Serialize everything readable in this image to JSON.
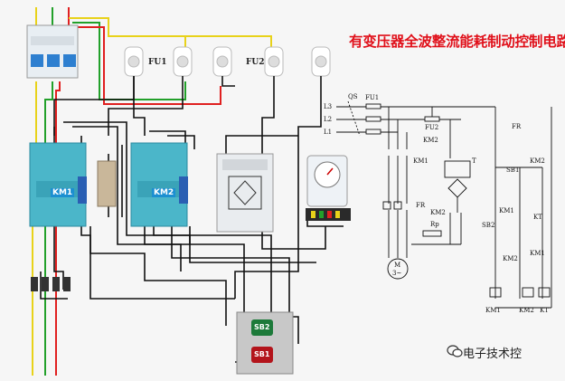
{
  "title": "有变压器全波整流能耗制动控制电路",
  "watermark": "电子技术控",
  "wiring": {
    "fuse_labels": [
      "FU1",
      "FU2"
    ],
    "contactors": [
      "KM1",
      "KM2"
    ],
    "buttons": [
      "SB2",
      "SB1"
    ]
  },
  "schematic": {
    "lines": [
      "L3",
      "L2",
      "L1"
    ],
    "qs": "QS",
    "fu1": "FU1",
    "fu2": "FU2",
    "fr": "FR",
    "km1": "KM1",
    "km2": "KM2",
    "t": "T",
    "rp": "Rp",
    "motor": "M",
    "motor_sub": "3~",
    "sb1": "SB1",
    "sb2": "SB2",
    "kt": "KT",
    "coils": [
      "KM1",
      "KM2",
      "KT"
    ]
  },
  "colors": {
    "title": "#e0101a",
    "wire": "#111111",
    "red_wire": "#e02020",
    "yellow_wire": "#e8d21a",
    "green_wire": "#22a02a",
    "contactor": "#4bb6c9"
  }
}
